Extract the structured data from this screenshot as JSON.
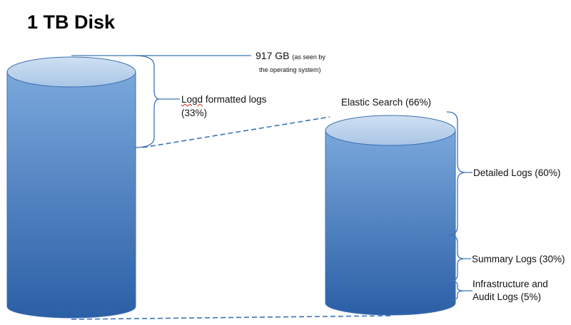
{
  "title": "1 TB Disk",
  "labels": {
    "os_size_value": "917 GB",
    "os_size_note_1": "(as seen by",
    "os_size_note_2": "the operating system)",
    "logd_word": "Logd",
    "logd_rest": "formatted logs",
    "logd_pct": "(33%)",
    "elastic": "Elastic Search (66%)",
    "detailed": "Detailed Logs (60%)",
    "summary": "Summary Logs (30%)",
    "infra_1": "Infrastructure and",
    "infra_2": "Audit Logs (5%)"
  },
  "colors": {
    "top": "#bcd3ea",
    "body_light": "#6e9fd6",
    "body_dark": "#2d62a8",
    "line": "#3d73b8"
  }
}
